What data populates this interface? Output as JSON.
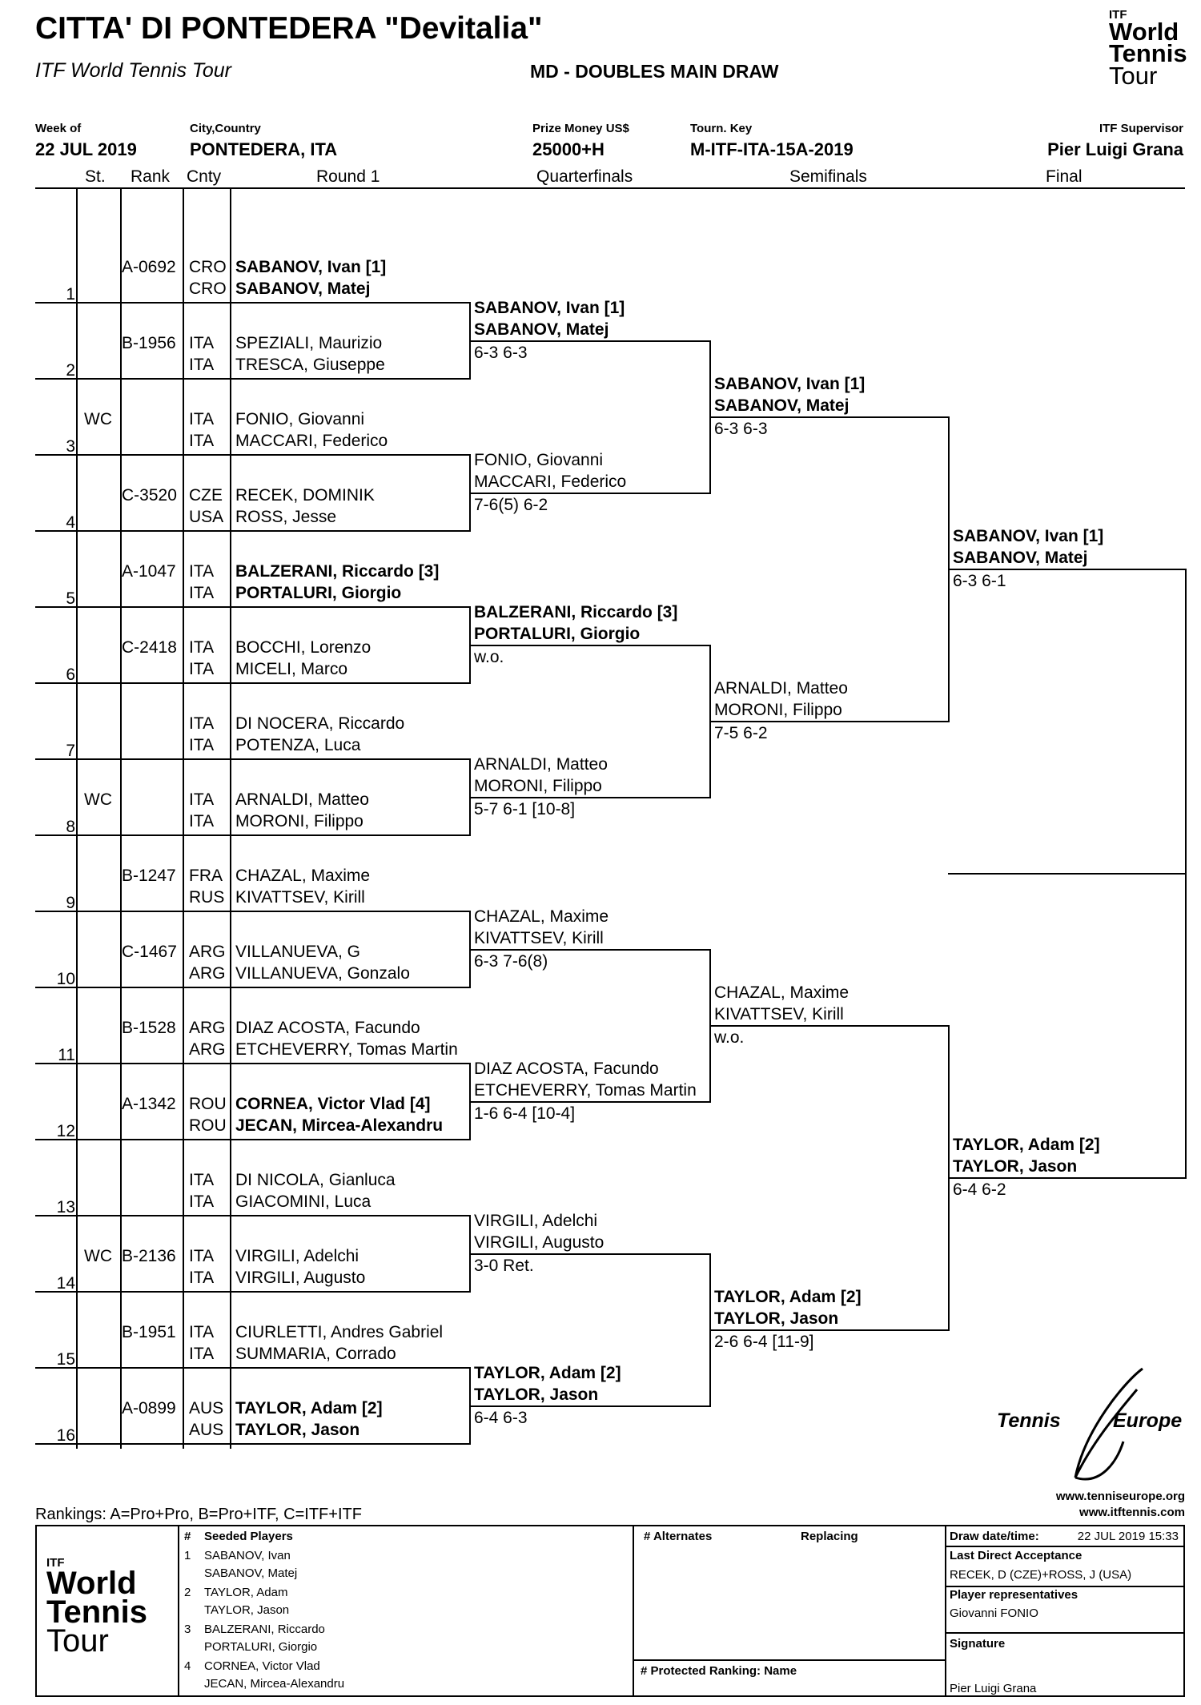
{
  "header": {
    "title": "CITTA' DI PONTEDERA \"Devitalia\"",
    "subtitle": "ITF World Tennis Tour",
    "draw_type": "MD - DOUBLES MAIN DRAW",
    "logo": {
      "itf": "ITF",
      "line1": "World",
      "line2": "Tennis",
      "line3": "Tour"
    }
  },
  "info": {
    "week_label": "Week of",
    "week": "22 JUL 2019",
    "city_label": "City,Country",
    "city": "PONTEDERA, ITA",
    "prize_label": "Prize Money US$",
    "prize": "25000+H",
    "key_label": "Tourn. Key",
    "key": "M-ITF-ITA-15A-2019",
    "supervisor_label": "ITF Supervisor",
    "supervisor": "Pier Luigi Grana"
  },
  "columns": {
    "st": "St.",
    "rank": "Rank",
    "cnty": "Cnty",
    "r1": "Round 1",
    "qf": "Quarterfinals",
    "sf": "Semifinals",
    "final": "Final"
  },
  "entries": [
    {
      "num": "1",
      "st": "",
      "rank": "A-0692",
      "c1": "CRO",
      "p1": "SABANOV, Ivan [1]",
      "c2": "CRO",
      "p2": "SABANOV, Matej",
      "bold": true
    },
    {
      "num": "2",
      "st": "",
      "rank": "B-1956",
      "c1": "ITA",
      "p1": "SPEZIALI, Maurizio",
      "c2": "ITA",
      "p2": "TRESCA, Giuseppe",
      "bold": false
    },
    {
      "num": "3",
      "st": "WC",
      "rank": "",
      "c1": "ITA",
      "p1": "FONIO, Giovanni",
      "c2": "ITA",
      "p2": "MACCARI, Federico",
      "bold": false
    },
    {
      "num": "4",
      "st": "",
      "rank": "C-3520",
      "c1": "CZE",
      "p1": "RECEK, DOMINIK",
      "c2": "USA",
      "p2": "ROSS, Jesse",
      "bold": false
    },
    {
      "num": "5",
      "st": "",
      "rank": "A-1047",
      "c1": "ITA",
      "p1": "BALZERANI, Riccardo [3]",
      "c2": "ITA",
      "p2": "PORTALURI, Giorgio",
      "bold": true
    },
    {
      "num": "6",
      "st": "",
      "rank": "C-2418",
      "c1": "ITA",
      "p1": "BOCCHI, Lorenzo",
      "c2": "ITA",
      "p2": "MICELI, Marco",
      "bold": false
    },
    {
      "num": "7",
      "st": "",
      "rank": "",
      "c1": "ITA",
      "p1": "DI NOCERA, Riccardo",
      "c2": "ITA",
      "p2": "POTENZA, Luca",
      "bold": false
    },
    {
      "num": "8",
      "st": "WC",
      "rank": "",
      "c1": "ITA",
      "p1": "ARNALDI, Matteo",
      "c2": "ITA",
      "p2": "MORONI, Filippo",
      "bold": false
    },
    {
      "num": "9",
      "st": "",
      "rank": "B-1247",
      "c1": "FRA",
      "p1": "CHAZAL, Maxime",
      "c2": "RUS",
      "p2": "KIVATTSEV, Kirill",
      "bold": false
    },
    {
      "num": "10",
      "st": "",
      "rank": "C-1467",
      "c1": "ARG",
      "p1": "VILLANUEVA, G",
      "c2": "ARG",
      "p2": "VILLANUEVA, Gonzalo",
      "bold": false
    },
    {
      "num": "11",
      "st": "",
      "rank": "B-1528",
      "c1": "ARG",
      "p1": "DIAZ ACOSTA, Facundo",
      "c2": "ARG",
      "p2": "ETCHEVERRY, Tomas Martin",
      "bold": false
    },
    {
      "num": "12",
      "st": "",
      "rank": "A-1342",
      "c1": "ROU",
      "p1": "CORNEA, Victor Vlad [4]",
      "c2": "ROU",
      "p2": "JECAN, Mircea-Alexandru",
      "bold": true
    },
    {
      "num": "13",
      "st": "",
      "rank": "",
      "c1": "ITA",
      "p1": "DI NICOLA, Gianluca",
      "c2": "ITA",
      "p2": "GIACOMINI, Luca",
      "bold": false
    },
    {
      "num": "14",
      "st": "WC",
      "rank": "B-2136",
      "c1": "ITA",
      "p1": "VIRGILI, Adelchi",
      "c2": "ITA",
      "p2": "VIRGILI, Augusto",
      "bold": false
    },
    {
      "num": "15",
      "st": "",
      "rank": "B-1951",
      "c1": "ITA",
      "p1": "CIURLETTI, Andres Gabriel",
      "c2": "ITA",
      "p2": "SUMMARIA, Corrado",
      "bold": false
    },
    {
      "num": "16",
      "st": "",
      "rank": "A-0899",
      "c1": "AUS",
      "p1": "TAYLOR, Adam [2]",
      "c2": "AUS",
      "p2": "TAYLOR, Jason",
      "bold": true
    }
  ],
  "qf": [
    {
      "p1": "SABANOV, Ivan [1]",
      "p2": "SABANOV, Matej",
      "score": "6-3 6-3",
      "bold": true
    },
    {
      "p1": "FONIO, Giovanni",
      "p2": "MACCARI, Federico",
      "score": "7-6(5) 6-2",
      "bold": false
    },
    {
      "p1": "BALZERANI, Riccardo [3]",
      "p2": "PORTALURI, Giorgio",
      "score": "w.o.",
      "bold": true
    },
    {
      "p1": "ARNALDI, Matteo",
      "p2": "MORONI, Filippo",
      "score": "5-7 6-1 [10-8]",
      "bold": false
    },
    {
      "p1": "CHAZAL, Maxime",
      "p2": "KIVATTSEV, Kirill",
      "score": "6-3 7-6(8)",
      "bold": false
    },
    {
      "p1": "DIAZ ACOSTA, Facundo",
      "p2": "ETCHEVERRY, Tomas Martin",
      "score": "1-6 6-4 [10-4]",
      "bold": false
    },
    {
      "p1": "VIRGILI, Adelchi",
      "p2": "VIRGILI, Augusto",
      "score": "3-0 Ret.",
      "bold": false
    },
    {
      "p1": "TAYLOR, Adam [2]",
      "p2": "TAYLOR, Jason",
      "score": "6-4 6-3",
      "bold": true
    }
  ],
  "sf": [
    {
      "p1": "SABANOV, Ivan [1]",
      "p2": "SABANOV, Matej",
      "score": "6-3 6-3",
      "bold": true
    },
    {
      "p1": "ARNALDI, Matteo",
      "p2": "MORONI, Filippo",
      "score": "7-5 6-2",
      "bold": false
    },
    {
      "p1": "CHAZAL, Maxime",
      "p2": "KIVATTSEV, Kirill",
      "score": "w.o.",
      "bold": false
    },
    {
      "p1": "TAYLOR, Adam [2]",
      "p2": "TAYLOR, Jason",
      "score": "2-6 6-4 [11-9]",
      "bold": true
    }
  ],
  "final": [
    {
      "p1": "SABANOV, Ivan [1]",
      "p2": "SABANOV, Matej",
      "score": "6-3 6-1",
      "bold": true
    },
    {
      "p1": "TAYLOR, Adam [2]",
      "p2": "TAYLOR, Jason",
      "score": "6-4 6-2",
      "bold": true
    }
  ],
  "sponsor": {
    "left": "Tennis",
    "right": "Europe",
    "url1": "www.tenniseurope.org",
    "url2": "www.itftennis.com"
  },
  "rankings_note": "Rankings: A=Pro+Pro, B=Pro+ITF, C=ITF+ITF",
  "footer": {
    "seed_head_num": "#",
    "seed_head": "Seeded Players",
    "seeds": [
      {
        "n": "1",
        "a": "SABANOV, Ivan",
        "b": "SABANOV, Matej"
      },
      {
        "n": "2",
        "a": "TAYLOR, Adam",
        "b": "TAYLOR, Jason"
      },
      {
        "n": "3",
        "a": "BALZERANI, Riccardo",
        "b": "PORTALURI, Giorgio"
      },
      {
        "n": "4",
        "a": "CORNEA, Victor Vlad",
        "b": "JECAN, Mircea-Alexandru"
      }
    ],
    "alternates": "# Alternates",
    "replacing": "Replacing",
    "protected": "# Protected Ranking: Name",
    "draw_dt_label": "Draw date/time:",
    "draw_dt": "22 JUL 2019 15:33",
    "lda_label": "Last Direct Acceptance",
    "lda": "RECEK, D (CZE)+ROSS, J (USA)",
    "rep_label": "Player representatives",
    "rep": "Giovanni FONIO",
    "sig_label": "Signature",
    "sig": "Pier Luigi Grana"
  }
}
